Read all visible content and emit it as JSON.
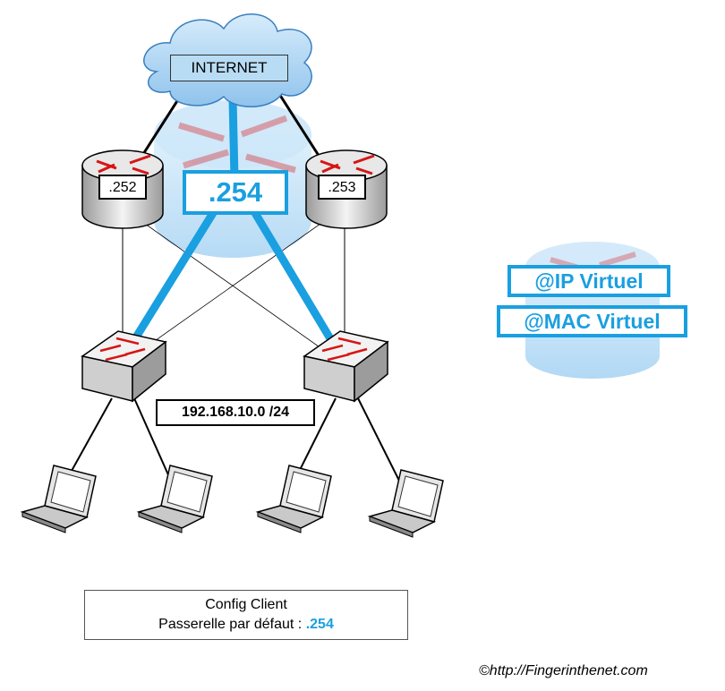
{
  "cloud": {
    "label": "INTERNET"
  },
  "routers": [
    {
      "ip": ".252"
    },
    {
      "ip": ".253"
    }
  ],
  "virtual_gateway": {
    "ip": ".254"
  },
  "network": {
    "subnet": "192.168.10.0 /24"
  },
  "legend": {
    "virtual_ip": "@IP Virtuel",
    "virtual_mac": "@MAC Virtuel"
  },
  "client_config": {
    "title": "Config Client",
    "gateway_label": "Passerelle par défaut : ",
    "gateway_value": ".254"
  },
  "credit": "©http://Fingerinthenet.com",
  "colors": {
    "accent": "#1a9fe0",
    "cloud": "#a9d2f2",
    "vip_disc": "#bfe0f7",
    "arrow": "#d81414"
  }
}
